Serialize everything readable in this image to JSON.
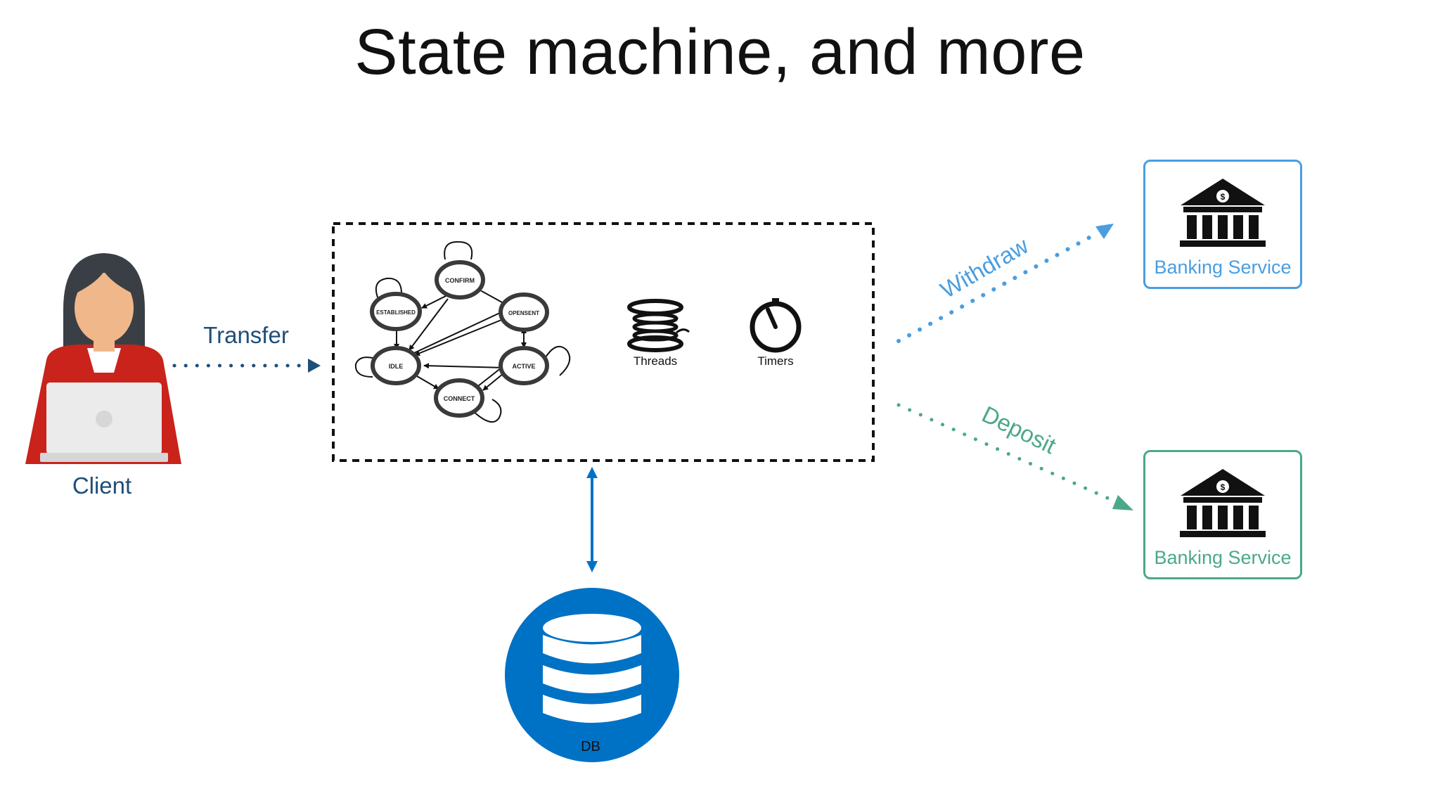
{
  "title": "State machine, and more",
  "client": {
    "label": "Client"
  },
  "transfer": {
    "label": "Transfer"
  },
  "state_machine": {
    "states": {
      "confirm": "CONFIRM",
      "established": "ESTABLISHED",
      "opensent": "OPENSENT",
      "idle": "IDLE",
      "active": "ACTIVE",
      "connect": "CONNECT"
    },
    "threads_label": "Threads",
    "timers_label": "Timers"
  },
  "withdraw": {
    "label": "Withdraw",
    "color": "#4a9ee0"
  },
  "deposit": {
    "label": "Deposit",
    "color": "#4ba88a"
  },
  "bank_top": {
    "label": "Banking Service"
  },
  "bank_bottom": {
    "label": "Banking Service"
  },
  "db": {
    "label": "DB",
    "color": "#0072c6"
  },
  "colors": {
    "navy": "#1f4e79",
    "red": "#c9231c"
  }
}
